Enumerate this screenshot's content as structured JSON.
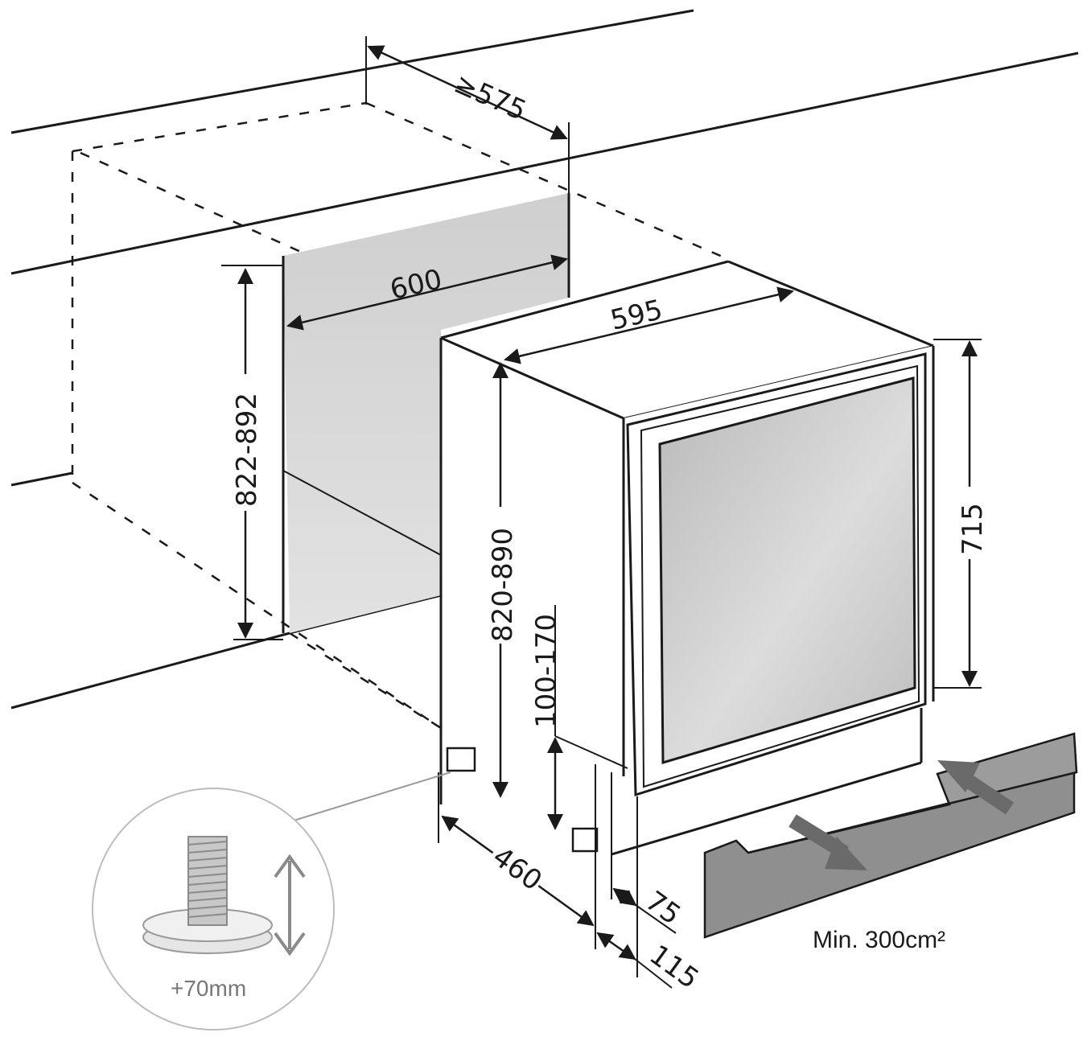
{
  "diagram": {
    "dimensions": {
      "niche_depth": "≥575",
      "niche_width": "600",
      "niche_height": "822-892",
      "unit_width": "595",
      "unit_height": "820-890",
      "door_height": "715",
      "plinth_height": "100-170",
      "unit_depth": "460",
      "door_offset": "75",
      "plinth_offset": "115"
    },
    "labels": {
      "vent_min": "Min. 300cm²",
      "foot_adjust": "+70mm"
    },
    "colors": {
      "line": "#1a1a1a",
      "niche_back": "#d4d4d4",
      "plinth_grille": "#8f8f8f",
      "vent_arrow": "#6a6a6a",
      "glass": "#c8c8c8"
    }
  }
}
